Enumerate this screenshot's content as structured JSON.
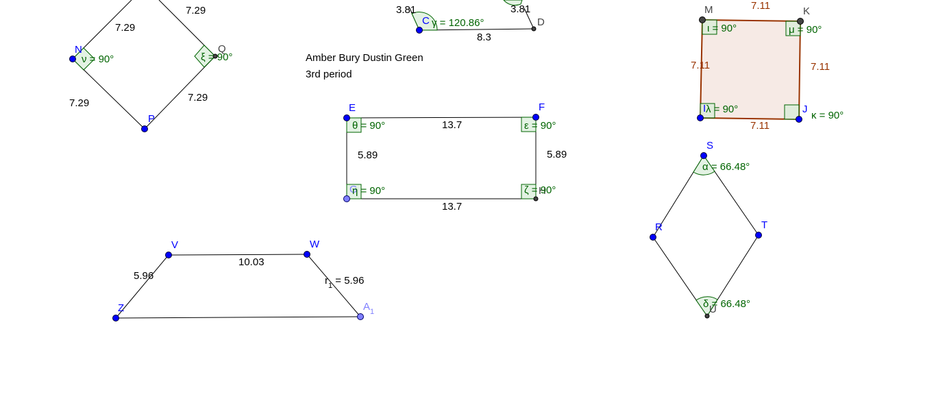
{
  "caption": {
    "names": "Amber Bury Dustin Green",
    "period": "3rd period"
  },
  "colors": {
    "measure": "#000000",
    "angle": "#006400",
    "point": "#0000ff",
    "point_light": "#7f7fff",
    "square_fill": "#f4e6e1",
    "square_stroke": "#993300"
  },
  "square_npq": {
    "points": {
      "n": "N",
      "p": "P",
      "q": "Q"
    },
    "sides": {
      "top_left": "7.29",
      "top_right": "7.29",
      "bottom_left": "7.29",
      "bottom_right": "7.29"
    },
    "angles": {
      "nu": "ν = 90°",
      "xi": "ξ = 90°"
    }
  },
  "quad_top_center": {
    "points": {
      "c": "C",
      "d": "D"
    },
    "sides": {
      "left": "3.81",
      "right": "3.81",
      "bottom": "8.3"
    },
    "angles": {
      "gamma": "γ = 120.86°"
    }
  },
  "rectangle_efgh": {
    "points": {
      "e": "E",
      "f": "F",
      "g": "G",
      "h": "H"
    },
    "sides": {
      "top": "13.7",
      "bottom": "13.7",
      "left": "5.89",
      "right": "5.89"
    },
    "angles": {
      "theta": "θ = 90°",
      "epsilon": "ε = 90°",
      "eta": "η = 90°",
      "zeta": "ζ = 90°"
    }
  },
  "square_mkji": {
    "points": {
      "m": "M",
      "k": "K",
      "j": "J",
      "i": "I"
    },
    "sides": {
      "top": "7.11",
      "left": "7.11",
      "right": "7.11",
      "bottom": "7.11"
    },
    "angles": {
      "iota": "ι = 90°",
      "mu": "μ = 90°",
      "lambda": "λ = 90°",
      "kappa": "κ = 90°"
    }
  },
  "trapezoid_vwa1z": {
    "points": {
      "v": "V",
      "w": "W",
      "z": "Z",
      "a1_base": "A",
      "a1_sub": "1"
    },
    "sides": {
      "left": "5.96",
      "top": "10.03",
      "r_base": "r",
      "r_sub": "1",
      "r_value": " = 5.96"
    }
  },
  "rhombus_rstu": {
    "points": {
      "s": "S",
      "r": "R",
      "t": "T",
      "u": "U"
    },
    "angles": {
      "alpha": "α = 66.48°",
      "delta": "δ = 66.48°"
    }
  }
}
